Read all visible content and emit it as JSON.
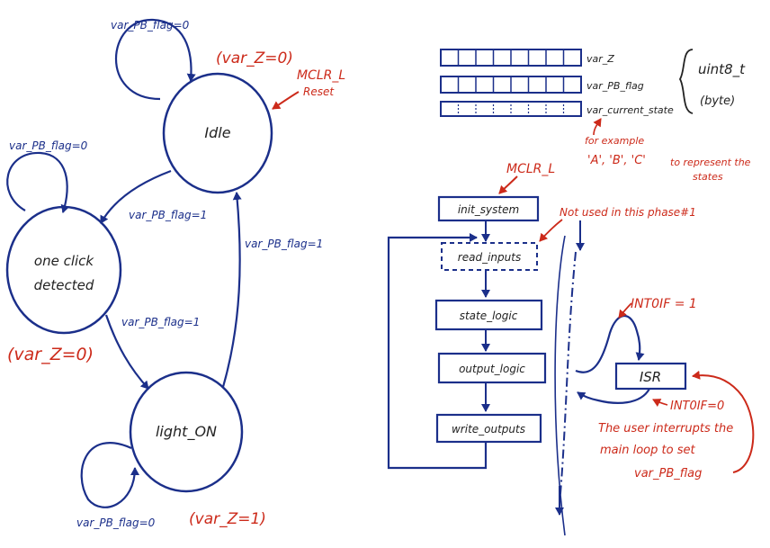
{
  "colors": {
    "ink": "#1b2f8a",
    "accent": "#cc2a1a",
    "dark": "#222222"
  },
  "fsm": {
    "states": {
      "idle": "Idle",
      "one_click_line1": "one click",
      "one_click_line2": "detected",
      "light_on": "light_ON"
    },
    "transitions": {
      "idle_self": "var_PB_flag=0",
      "idle_to_oneclick": "var_PB_flag=1",
      "oneclick_self": "var_PB_flag=0",
      "oneclick_to_light": "var_PB_flag=1",
      "light_to_idle": "var_PB_flag=1",
      "light_self": "var_PB_flag=0"
    },
    "outputs": {
      "idle": "(var_Z=0)",
      "one_click": "(var_Z=0)",
      "light_on": "(var_Z=1)"
    },
    "reset": {
      "label": "MCLR_L",
      "sublabel": "Reset"
    }
  },
  "variables": {
    "rows": [
      "var_Z",
      "var_PB_flag",
      "var_current_state"
    ],
    "type_line1": "uint8_t",
    "type_line2": "(byte)",
    "note_line1": "for example",
    "note_line2": "'A', 'B', 'C'",
    "note_line3": "to represent the",
    "note_line4": "states"
  },
  "flowchart": {
    "reset_label": "MCLR_L",
    "blocks": [
      "init_system",
      "read_inputs",
      "state_logic",
      "output_logic",
      "write_outputs"
    ],
    "not_used_note": "Not used in this phase#1",
    "isr": "ISR",
    "int_set": "INT0IF = 1",
    "int_clear": "INT0IF=0",
    "isr_note_line1": "The user interrupts the",
    "isr_note_line2": "main loop to set",
    "isr_note_line3": "var_PB_flag"
  }
}
